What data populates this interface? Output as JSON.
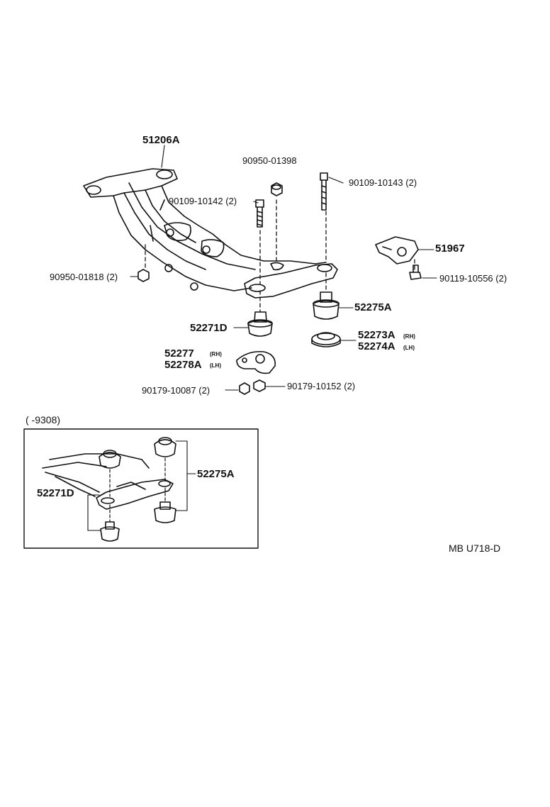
{
  "labels": {
    "frame": "51206A",
    "nut_top": "90950-01398",
    "bolt_right": "90109-10143 (2)",
    "bolt_left": "90109-10142 (2)",
    "bracket": "51967",
    "nut_left": "90950-01818 (2)",
    "bolt_small": "90119-10556 (2)",
    "cushion_right": "52275A",
    "cushion_left": "52271D",
    "washer_rh": "52273A",
    "washer_lh": "52274A",
    "stopper_rh": "52277",
    "stopper_lh": "52278A",
    "nut_a": "90179-10087 (2)",
    "nut_b": "90179-10152 (2)",
    "inset_range": "(        -9308)",
    "inset_left": "52271D",
    "inset_right": "52275A",
    "code": "MB U718-D",
    "rh": "(RH)",
    "lh": "(LH)"
  }
}
